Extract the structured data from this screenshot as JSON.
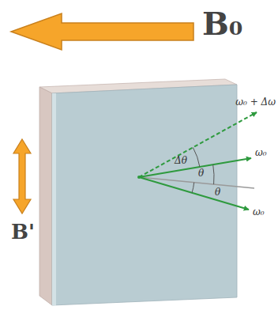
{
  "diagram": {
    "labels": [
      "B₀",
      "B'",
      "ω₀ + Δω",
      "ω₀",
      "Δθ",
      "θ",
      "θ",
      "ω₀"
    ]
  }
}
